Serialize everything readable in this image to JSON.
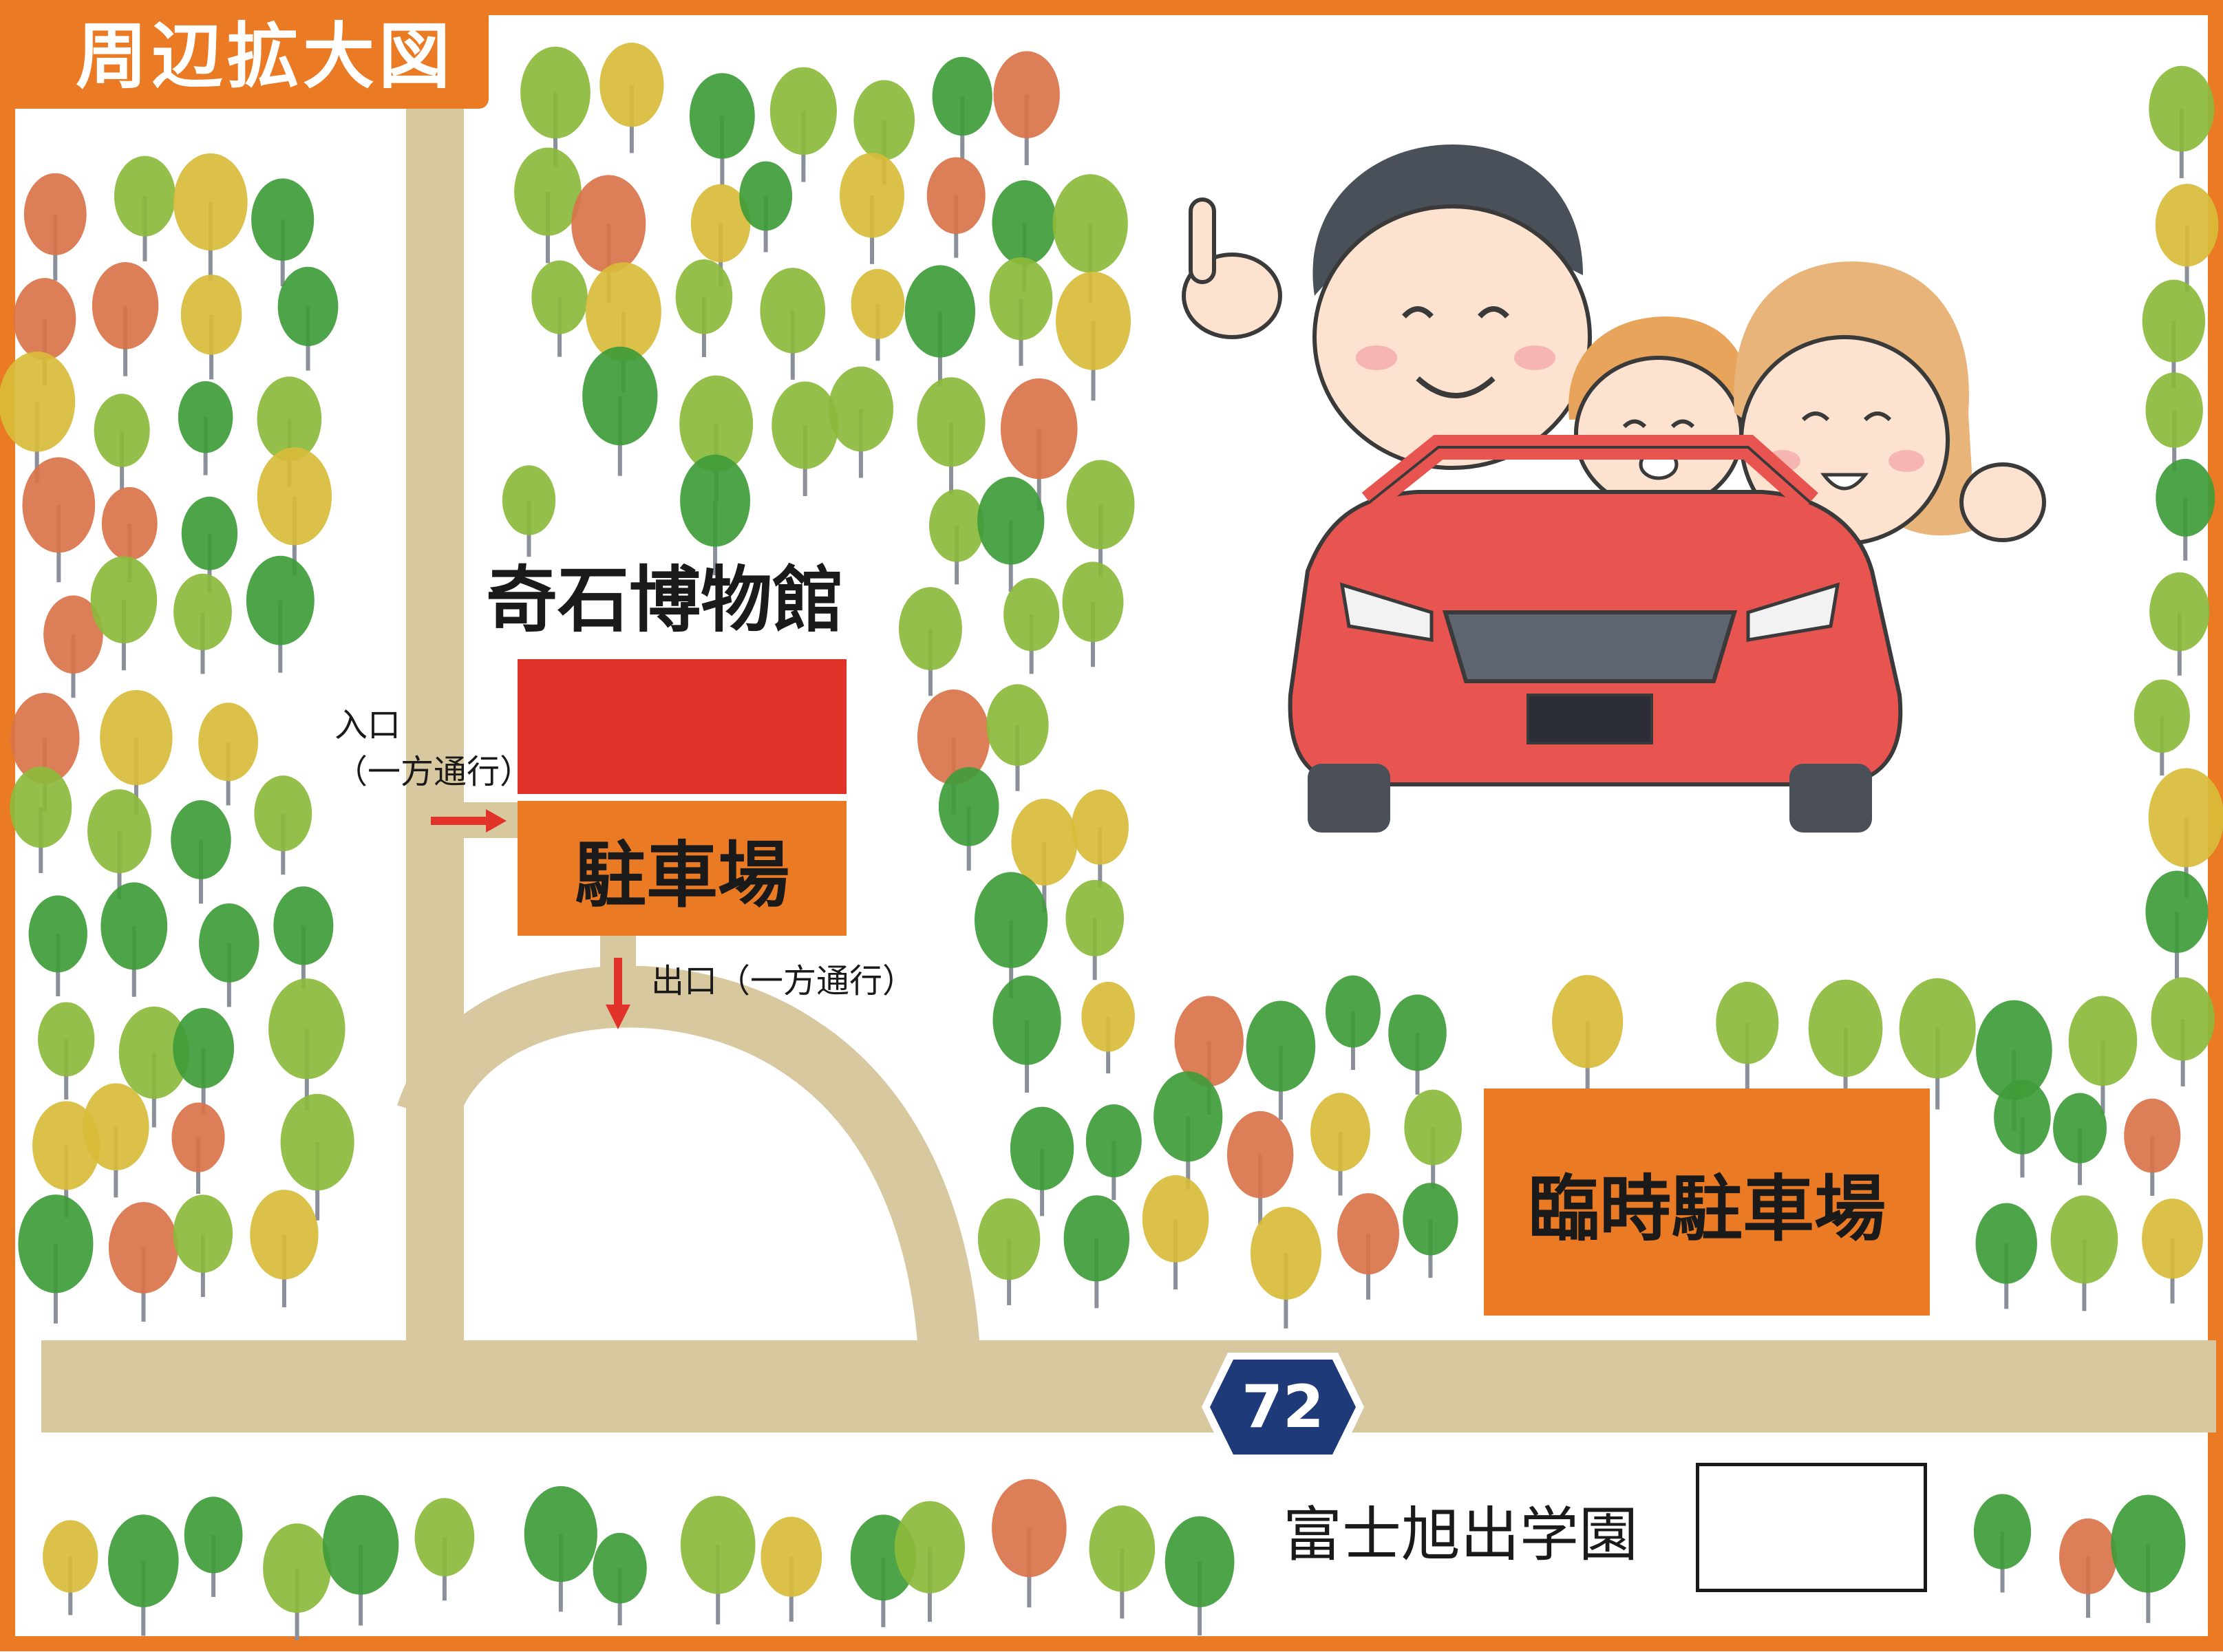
{
  "title": "周辺拡大図",
  "museum": {
    "name": "奇石博物館",
    "parking": "駐車場"
  },
  "entrance": {
    "label": "入口",
    "note": "（一方通行）"
  },
  "exit": {
    "label": "出口（一方通行）"
  },
  "temporary_parking": "臨時駐車場",
  "route": {
    "number": "72"
  },
  "school": {
    "name": "富士旭出学園"
  },
  "colors": {
    "frame": "#ea7a23",
    "museum_building": "#e2332b",
    "parking": "#ea7a23",
    "road": "#d8c8a0",
    "route_shield": "#1e3a78",
    "car": "#e85450",
    "tree_green": "#3f9c3a",
    "tree_lime": "#8cba3c",
    "tree_yellow": "#d8bc3a",
    "tree_orange": "#d9744a"
  },
  "icons": [
    "one-way-entrance-arrow-icon",
    "one-way-exit-arrow-icon",
    "route-72-shield-icon",
    "tree-icon",
    "family-in-car-illustration"
  ]
}
